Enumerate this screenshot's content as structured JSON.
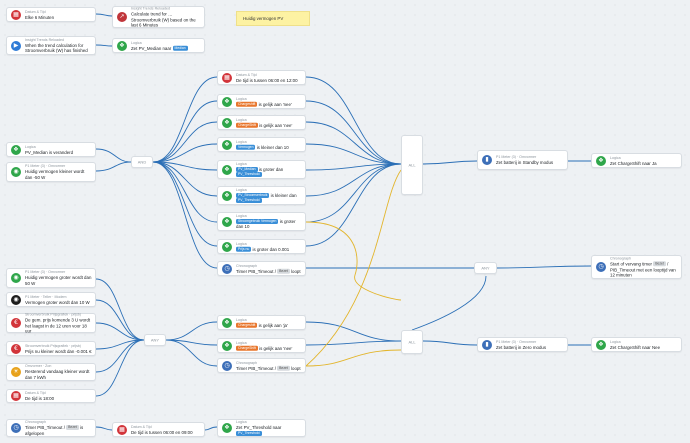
{
  "note": {
    "text": "Huidig vermogen PV"
  },
  "gates": {
    "and_top": "AND",
    "all_top": "ALL",
    "and_bottom": "ANY",
    "all_bottom": "ALL",
    "any_right": "ANY"
  },
  "nodes": {
    "n1": {
      "meta": "Datum & Tijd",
      "text": "Elke 6 Minuten",
      "icon": "calendar-icon",
      "color": "#d2343a"
    },
    "n2": {
      "meta": "Insight Trends Reloaded",
      "text": "Calculate trend for … Stroomverbruik (W) based on the last 6 Minutes",
      "icon": "trend-icon",
      "color": "#c0353a"
    },
    "n3": {
      "meta": "Insight Trends Reloaded",
      "text": "When the trend calculation for Stroomverbruik (W) has finished",
      "icon": "play-icon",
      "color": "#2e7bd6"
    },
    "n4": {
      "meta": "Logica",
      "text": "Zet PV_Median naar",
      "chip": "Median",
      "icon": "logic-icon",
      "color": "#2fa64a"
    },
    "n5": {
      "meta": "Logica",
      "text": "PV_Median is veranderd",
      "icon": "logic-icon",
      "color": "#2fa64a"
    },
    "n6": {
      "meta": "P1 Meter (3) · Omvormer",
      "text": "Huidig vermogen kleiner wordt dan -50 W",
      "icon": "meter-icon",
      "color": "#2fa64a"
    },
    "c1": {
      "meta": "Datum & Tijd",
      "text": "De tijd is tussen 06:00 en 12:00",
      "icon": "calendar-icon",
      "color": "#d2343a"
    },
    "c2": {
      "meta": "Logica",
      "chip": "Chargeshift",
      "chipc": "or",
      "text": "is gelijk aan 'nee'",
      "icon": "logic-icon",
      "color": "#2fa64a"
    },
    "c3": {
      "meta": "Logica",
      "chip": "ChargeShift",
      "chipc": "or",
      "text": "is gelijk aan 'nee'",
      "icon": "logic-icon",
      "color": "#2fa64a"
    },
    "c4": {
      "meta": "Logica",
      "chip": "Vermogen",
      "chipc": "bl",
      "text": "is kleiner dan 10",
      "icon": "logic-icon",
      "color": "#2fa64a"
    },
    "c5": {
      "meta": "Logica",
      "chip": "PV_Median",
      "chipc": "bl",
      "text": "is groter dan",
      "chip2": "PV_Threshold",
      "icon": "logic-icon",
      "color": "#2fa64a"
    },
    "c6": {
      "meta": "Logica",
      "chip": "PV_Stroomverbruik",
      "chipc": "bl",
      "text": "is kleiner dan",
      "chip2": "PV_Threshold",
      "icon": "logic-icon",
      "color": "#2fa64a"
    },
    "c7": {
      "meta": "Logica",
      "chip": "Stroomgebruik Vermogen",
      "chipc": "bl",
      "text": "is groter dan 10",
      "icon": "logic-icon",
      "color": "#2fa64a"
    },
    "c8": {
      "meta": "Logica",
      "chip": "Prijs nu",
      "chipc": "bl",
      "text": "is groter dan 0.001",
      "icon": "logic-icon",
      "color": "#2fa64a"
    },
    "c9": {
      "meta": "Chronograph",
      "text": "Timer PIB_Timeout /",
      "chip": "Bezet",
      "chipc": "gr",
      "text2": "loopt",
      "icon": "timer-icon",
      "color": "#3d6fb8"
    },
    "a1": {
      "meta": "P1 Meter (3) · Omvormer",
      "text": "Zet batterij in Standby modus",
      "icon": "battery-icon",
      "color": "#3d6fb8"
    },
    "a2": {
      "meta": "Logica",
      "text": "Zet ChargeShift naar Ja",
      "icon": "logic-icon",
      "color": "#2fa64a"
    },
    "a3": {
      "meta": "Chronograph",
      "text": "Start of vervang timer",
      "chip": "Bezet",
      "chipc": "gr",
      "text2": "/ PIB_Timeout met een looptijd van 12 minuten",
      "icon": "timer-icon",
      "color": "#3d6fb8"
    },
    "b1": {
      "meta": "P1 Meter (3) · Omvormer",
      "text": "Huidig vermogen groter wordt dan 50 W",
      "icon": "meter-icon",
      "color": "#2fa64a"
    },
    "b2": {
      "meta": "P1 Meter · Teller · Modem",
      "text": "Vermogen groter wordt dan 10 W",
      "icon": "meter-icon",
      "color": "#1d1d1d"
    },
    "b3": {
      "meta": "Stroomverbruik Prijsgrafiek · prijsbj",
      "text": "De gem. prijs komende 3 U wordt het laagst in de 12 uren voor 18 uur",
      "icon": "price-icon",
      "color": "#d2343a"
    },
    "b4": {
      "meta": "Stroomverbruik Prijsgrafiek · prijsbj",
      "text": "Prijs nu kleiner wordt dan -0.001 €",
      "icon": "price-icon",
      "color": "#d2343a"
    },
    "b5": {
      "meta": "Omvormer · Zon",
      "text": "Resterend vandaag kleiner wordt dan 7 kWh",
      "icon": "sun-icon",
      "color": "#e8a21b"
    },
    "b6": {
      "meta": "Datum & Tijd",
      "text": "De tijd is 18:00",
      "icon": "calendar-icon",
      "color": "#d2343a"
    },
    "d1": {
      "meta": "Logica",
      "chip": "Chargeshift",
      "chipc": "or",
      "text": "is gelijk aan 'ja'",
      "icon": "logic-icon",
      "color": "#2fa64a"
    },
    "d2": {
      "meta": "Logica",
      "chip": "ChargeShift",
      "chipc": "or",
      "text": "is gelijk aan 'nee'",
      "icon": "logic-icon",
      "color": "#2fa64a"
    },
    "d3": {
      "meta": "Chronograph",
      "text": "Timer PIB_Timeout /",
      "chip": "Bezet",
      "chipc": "gr",
      "text2": "loopt",
      "icon": "timer-icon",
      "color": "#3d6fb8"
    },
    "e1": {
      "meta": "P1 Meter (3) · Omvormer",
      "text": "Zet batterij in Zero modus",
      "icon": "battery-icon",
      "color": "#3d6fb8"
    },
    "e2": {
      "meta": "Logica",
      "text": "Zet ChargeShift naar Nee",
      "icon": "logic-icon",
      "color": "#2fa64a"
    },
    "f1": {
      "meta": "Chronograph",
      "text": "Timer PIB_Timeout /",
      "chip": "Bezet",
      "chipc": "gr",
      "text2": "is afgelopen",
      "icon": "timer-icon",
      "color": "#3d6fb8"
    },
    "f2": {
      "meta": "Datum & Tijd",
      "text": "De tijd is tussen 06:00 en 09:00",
      "icon": "calendar-icon",
      "color": "#d2343a"
    },
    "f3": {
      "meta": "Logica",
      "text": "Zet PV_Threshold naar",
      "chip": "PV_Threshold",
      "chipc": "bl",
      "icon": "logic-icon",
      "color": "#2fa64a"
    }
  },
  "colors": {
    "wire_true": "#2b6fb6",
    "wire_false": "#e3b52c",
    "canvas": "#eef1f4"
  }
}
